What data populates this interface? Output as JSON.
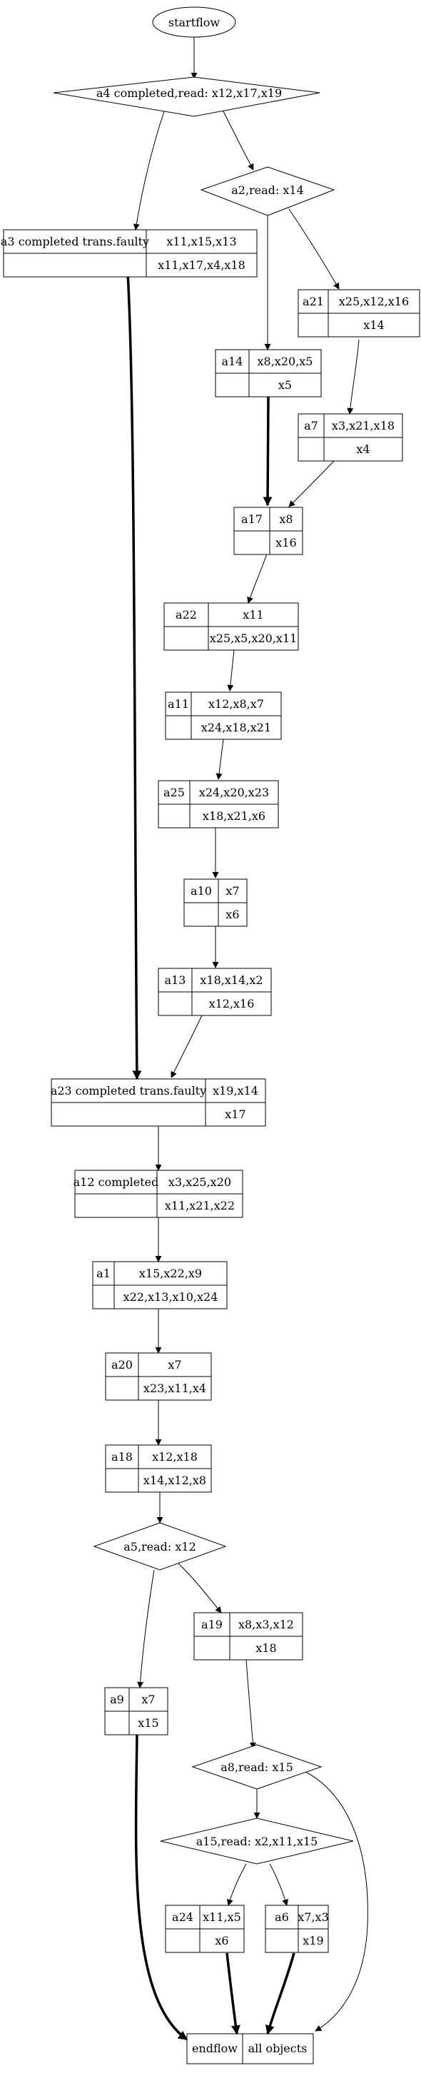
{
  "start": "startflow",
  "decisions": {
    "d1": "a4 completed,read: x12,x17,x19",
    "d2": "a2,read: x14",
    "d3": "a5,read: x12",
    "d4": "a8,read: x15",
    "d5": "a15,read: x2,x11,x15"
  },
  "nodes": {
    "a3": {
      "name": "a3 completed trans.faulty",
      "top": "x11,x15,x13",
      "bottom": "x11,x17,x4,x18"
    },
    "a21": {
      "name": "a21",
      "top": "x25,x12,x16",
      "bottom": "x14"
    },
    "a14": {
      "name": "a14",
      "top": "x8,x20,x5",
      "bottom": "x5"
    },
    "a7": {
      "name": "a7",
      "top": "x3,x21,x18",
      "bottom": "x4"
    },
    "a17": {
      "name": "a17",
      "top": "x8",
      "bottom": "x16"
    },
    "a22": {
      "name": "a22",
      "top": "x11",
      "bottom": "x25,x5,x20,x11"
    },
    "a11": {
      "name": "a11",
      "top": "x12,x8,x7",
      "bottom": "x24,x18,x21"
    },
    "a25": {
      "name": "a25",
      "top": "x24,x20,x23",
      "bottom": "x18,x21,x6"
    },
    "a10": {
      "name": "a10",
      "top": "x7",
      "bottom": "x6"
    },
    "a13": {
      "name": "a13",
      "top": "x18,x14,x2",
      "bottom": "x12,x16"
    },
    "a23": {
      "name": "a23 completed trans.faulty",
      "top": "x19,x14",
      "bottom": "x17"
    },
    "a12": {
      "name": "a12 completed",
      "top": "x3,x25,x20",
      "bottom": "x11,x21,x22"
    },
    "a1": {
      "name": "a1",
      "top": "x15,x22,x9",
      "bottom": "x22,x13,x10,x24"
    },
    "a20": {
      "name": "a20",
      "top": "x7",
      "bottom": "x23,x11,x4"
    },
    "a18": {
      "name": "a18",
      "top": "x12,x18",
      "bottom": "x14,x12,x8"
    },
    "a19": {
      "name": "a19",
      "top": "x8,x3,x12",
      "bottom": "x18"
    },
    "a9": {
      "name": "a9",
      "top": "x7",
      "bottom": "x15"
    },
    "a24": {
      "name": "a24",
      "top": "x11,x5",
      "bottom": "x6"
    },
    "a6": {
      "name": "a6",
      "top": "x7,x3",
      "bottom": "x19"
    }
  },
  "end": {
    "name": "endflow",
    "label": "all objects"
  }
}
